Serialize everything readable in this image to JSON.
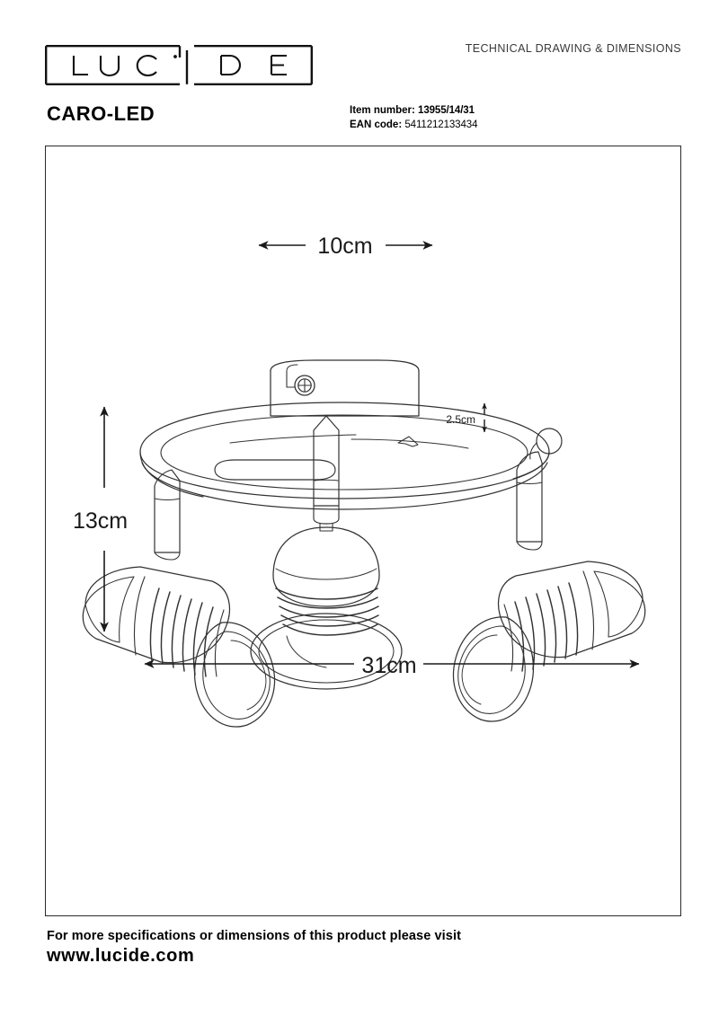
{
  "header": {
    "logo_text": "LUCIDE",
    "logo_letters": [
      "L",
      "U",
      "C",
      "i",
      "D",
      "E"
    ],
    "caption": "TECHNICAL DRAWING & DIMENSIONS"
  },
  "product": {
    "name": "CARO-LED",
    "item_number_label": "Item number:",
    "item_number": "13955/14/31",
    "ean_label": "EAN code",
    "ean_separator": ":",
    "ean_code": "5411212133434"
  },
  "drawing": {
    "alt": "Technical line drawing of CARO-LED three-spot ceiling light, oval base plate with three adjustable spotlights",
    "dimensions": {
      "width_total": "31cm",
      "height_total": "13cm",
      "plate_width": "10cm",
      "plate_thickness": "2.5cm"
    }
  },
  "footer": {
    "line1": "For more specifications or dimensions of this product please visit",
    "line2": "www.lucide.com"
  },
  "colors": {
    "ink": "#000000",
    "line": "#2b2b2b",
    "drawing_stroke": "#333333",
    "caption_gray": "#3a3a3a"
  }
}
